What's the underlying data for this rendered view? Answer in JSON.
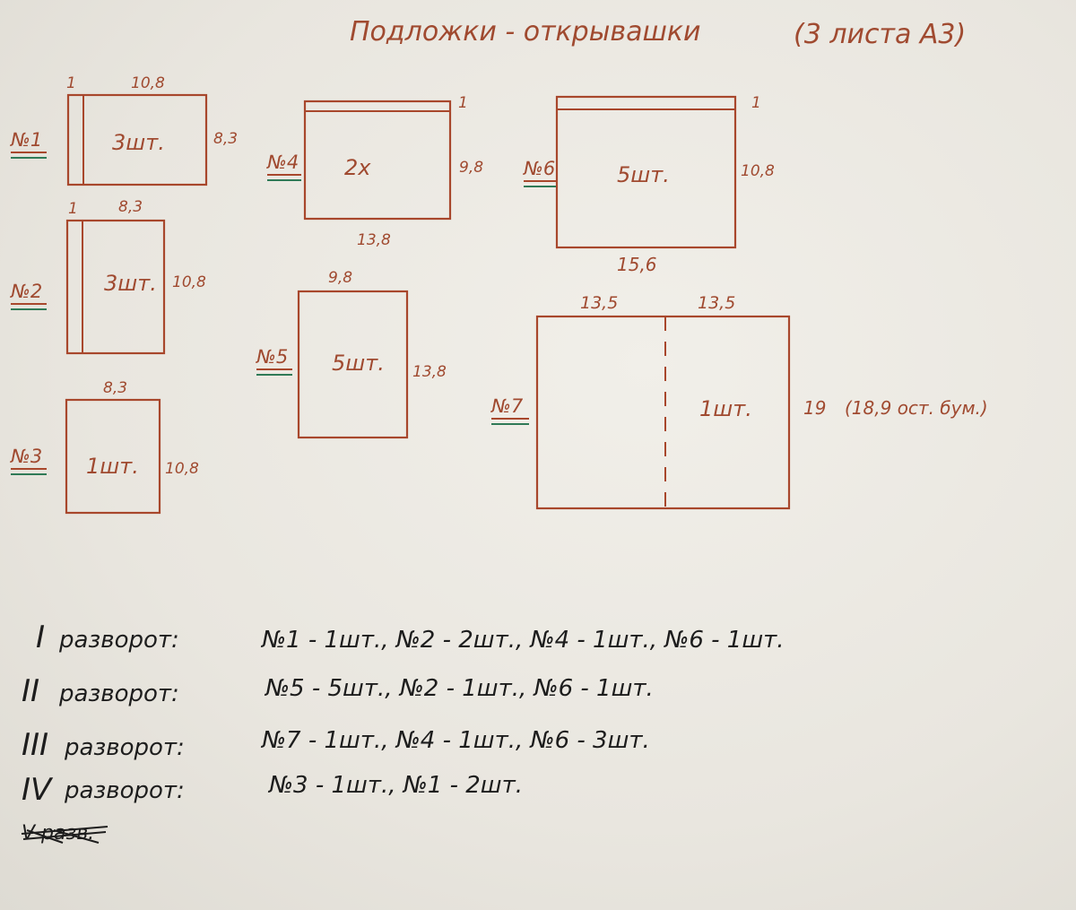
{
  "title": "Подложки - открывашки",
  "title_note": "(3 листа А3)",
  "pieces": [
    {
      "id": "№1",
      "label": "3шт.",
      "dims": [
        "1",
        "10,8",
        "8,3"
      ]
    },
    {
      "id": "№2",
      "label": "3шт.",
      "dims": [
        "1",
        "8,3",
        "10,8"
      ]
    },
    {
      "id": "№3",
      "label": "1шт.",
      "dims": [
        "8,3",
        "10,8"
      ]
    },
    {
      "id": "№4",
      "label": "2х",
      "dims": [
        "1",
        "9,8",
        "13,8"
      ]
    },
    {
      "id": "№5",
      "label": "5шт.",
      "dims": [
        "9,8",
        "13,8"
      ]
    },
    {
      "id": "№6",
      "label": "5шт.",
      "dims": [
        "1",
        "10,8",
        "15,6"
      ]
    },
    {
      "id": "№7",
      "label": "1шт.",
      "dims": [
        "13,5",
        "13,5",
        "19"
      ],
      "note": "(18,9 ост. бум.)"
    }
  ],
  "spreads": [
    {
      "numeral": "I",
      "word": "разворот:",
      "items": "№1 - 1шт., №2 - 2шт., №4 - 1шт., №6 - 1шт."
    },
    {
      "numeral": "II",
      "word": "разворот:",
      "items": "№5 - 5шт., №2 - 1шт., №6 - 1шт."
    },
    {
      "numeral": "III",
      "word": "разворот:",
      "items": "№7 - 1шт., №4 - 1шт., №6 - 3шт."
    },
    {
      "numeral": "IV",
      "word": "разворот:",
      "items": "№3 - 1шт., №1 - 2шт."
    }
  ],
  "scribble": "V разв.",
  "colors": {
    "ink_brown": "#a8472c",
    "ink_green": "#2f7a57",
    "ink_black": "#1d1d1d",
    "paper": "#ebe8e1"
  }
}
